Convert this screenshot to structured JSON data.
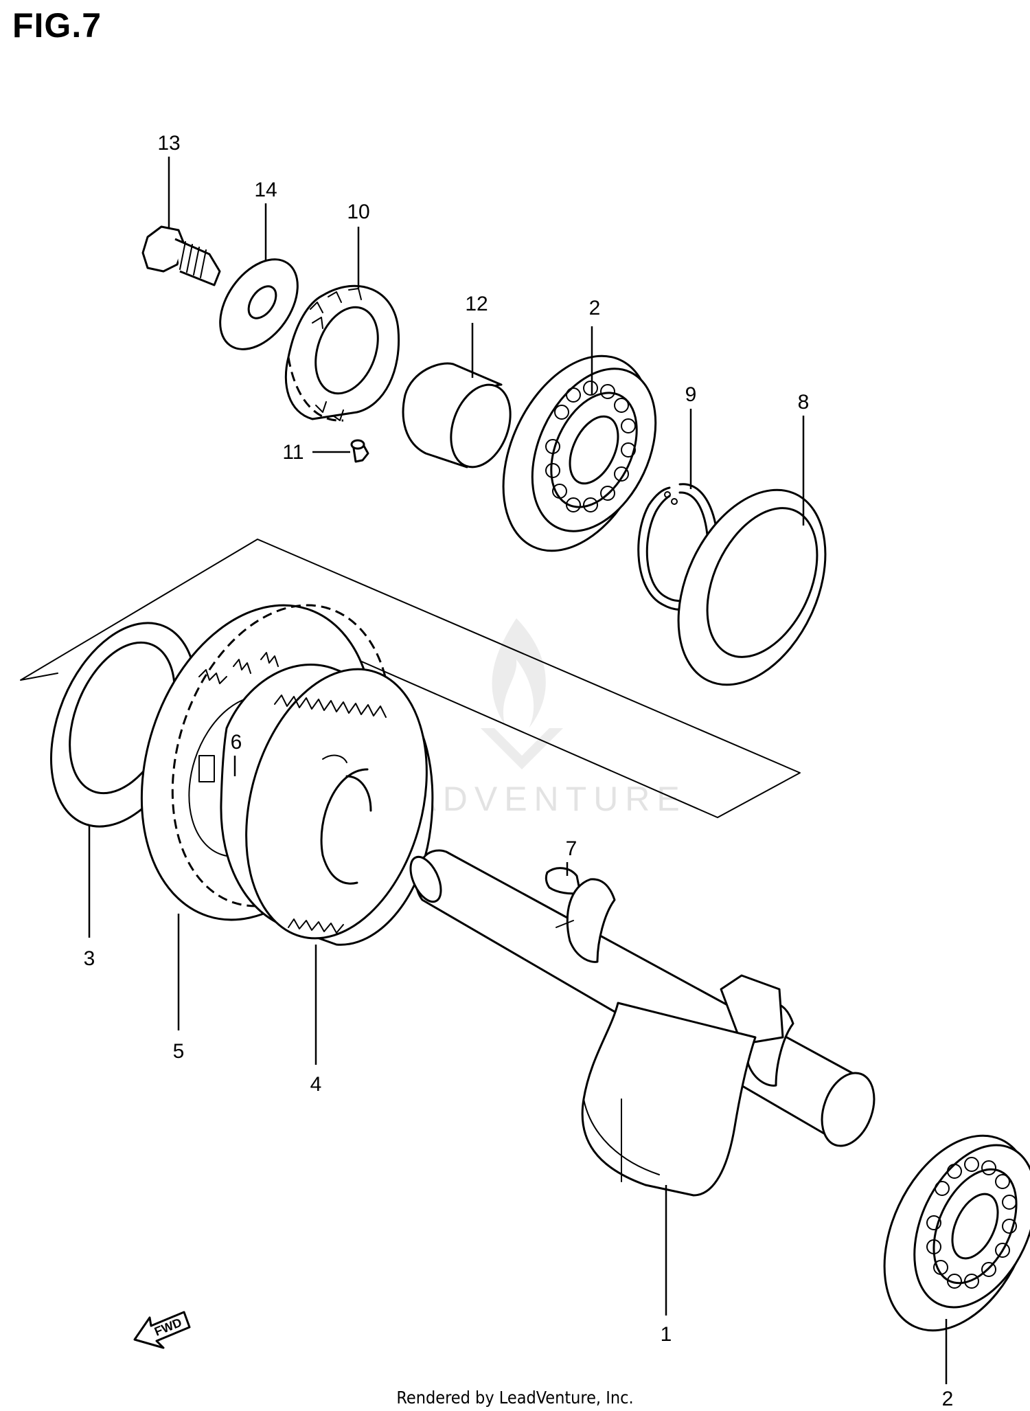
{
  "figure": {
    "title": "FIG.7",
    "credit": "Rendered by LeadVenture, Inc.",
    "watermark": "LEADVENTURE",
    "direction_label": "FWD"
  },
  "callouts": [
    "13",
    "14",
    "10",
    "12",
    "2",
    "9",
    "8",
    "11",
    "6",
    "7",
    "3",
    "5",
    "4",
    "1",
    "2"
  ]
}
